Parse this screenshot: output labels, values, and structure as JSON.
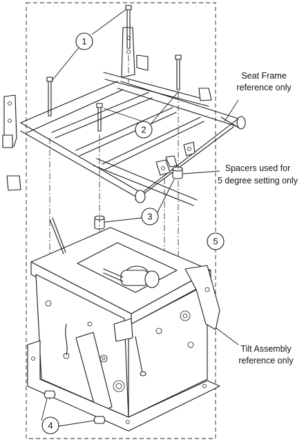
{
  "callouts": {
    "c1": "1",
    "c2": "2",
    "c3": "3",
    "c4": "4",
    "c5": "5"
  },
  "notes": {
    "seat_frame": [
      "Seat Frame",
      "reference only"
    ],
    "spacers": [
      "Spacers used for",
      "5 degree setting only"
    ],
    "tilt_assembly": [
      "Tilt Assembly",
      "reference only"
    ]
  }
}
